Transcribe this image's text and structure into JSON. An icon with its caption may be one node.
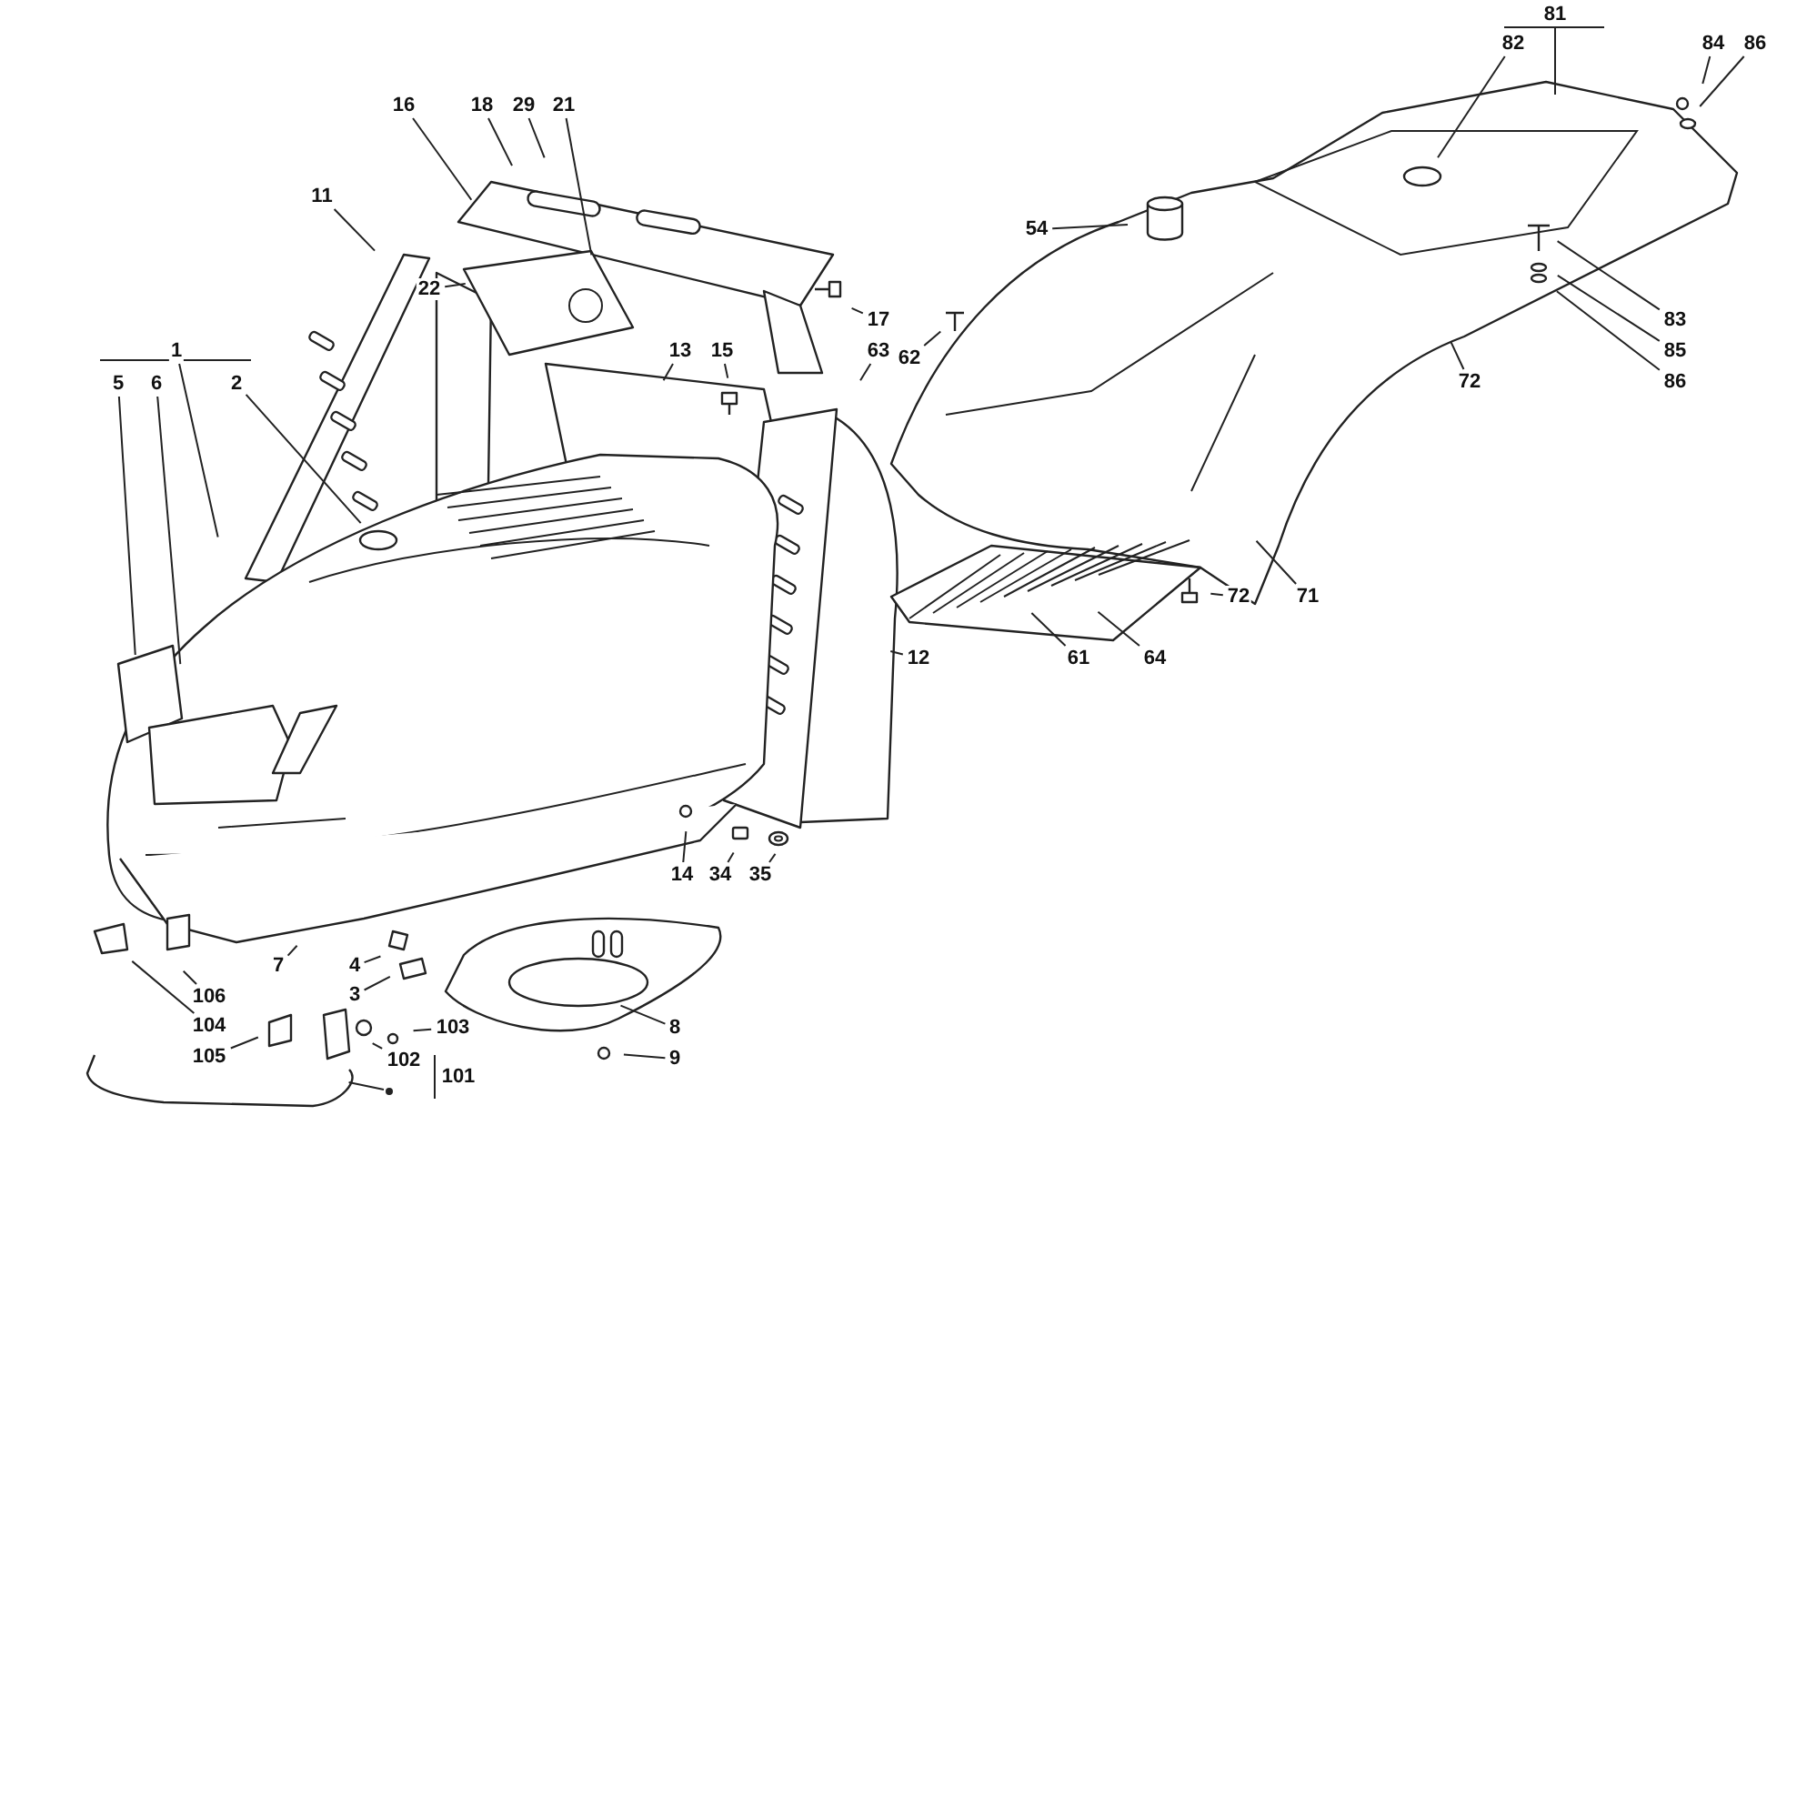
{
  "diagram": {
    "nodes": [
      {
        "text": [
          "1"
        ]
      },
      {
        "text": [
          "5"
        ]
      },
      {
        "text": [
          "6"
        ]
      },
      {
        "text": [
          "2"
        ]
      },
      {
        "text": [
          "11"
        ]
      },
      {
        "text": [
          "16"
        ]
      },
      {
        "text": [
          "18"
        ]
      },
      {
        "text": [
          "29"
        ]
      },
      {
        "text": [
          "21"
        ]
      },
      {
        "text": [
          "22"
        ]
      },
      {
        "text": [
          "13"
        ]
      },
      {
        "text": [
          "15"
        ]
      },
      {
        "text": [
          "17"
        ]
      },
      {
        "text": [
          "63"
        ]
      },
      {
        "text": [
          "62"
        ]
      },
      {
        "text": [
          "54"
        ]
      },
      {
        "text": [
          "81"
        ]
      },
      {
        "text": [
          "82"
        ]
      },
      {
        "text": [
          "84"
        ]
      },
      {
        "text": [
          "86"
        ]
      },
      {
        "text": [
          "83"
        ]
      },
      {
        "text": [
          "85"
        ]
      },
      {
        "text": [
          "86"
        ]
      },
      {
        "text": [
          "72"
        ]
      },
      {
        "text": [
          "72"
        ]
      },
      {
        "text": [
          "71"
        ]
      },
      {
        "text": [
          "61"
        ]
      },
      {
        "text": [
          "64"
        ]
      },
      {
        "text": [
          "12"
        ]
      },
      {
        "text": [
          "14"
        ]
      },
      {
        "text": [
          "34"
        ]
      },
      {
        "text": [
          "35"
        ]
      },
      {
        "text": [
          "7"
        ]
      },
      {
        "text": [
          "4"
        ]
      },
      {
        "text": [
          "3"
        ]
      },
      {
        "text": [
          "8"
        ]
      },
      {
        "text": [
          "9"
        ]
      },
      {
        "text": [
          "106"
        ]
      },
      {
        "text": [
          "104"
        ]
      },
      {
        "text": [
          "105"
        ]
      },
      {
        "text": [
          "103"
        ]
      },
      {
        "text": [
          "102"
        ]
      },
      {
        "text": [
          "101"
        ]
      },
      {
        "text": [],
        "shape": "circle"
      }
    ],
    "edges": [
      {
        "from": 0,
        "to": null,
        "arrow": "none"
      },
      {
        "from": 1,
        "to": null,
        "arrow": "none"
      },
      {
        "from": 2,
        "to": null,
        "arrow": "none"
      },
      {
        "from": 3,
        "to": null,
        "arrow": "none"
      },
      {
        "from": 4,
        "to": null,
        "arrow": "none"
      },
      {
        "from": 5,
        "to": null,
        "arrow": "none"
      },
      {
        "from": 6,
        "to": null,
        "arrow": "none"
      },
      {
        "from": 7,
        "to": null,
        "arrow": "none"
      },
      {
        "from": 8,
        "to": null,
        "arrow": "none"
      },
      {
        "from": 9,
        "to": null,
        "arrow": "none"
      },
      {
        "from": 10,
        "to": null,
        "arrow": "none"
      },
      {
        "from": 11,
        "to": null,
        "arrow": "none"
      },
      {
        "from": 12,
        "to": null,
        "arrow": "none"
      },
      {
        "from": 13,
        "to": null,
        "arrow": "none"
      },
      {
        "from": 14,
        "to": null,
        "arrow": "none"
      },
      {
        "from": 15,
        "to": null,
        "arrow": "none"
      },
      {
        "from": 16,
        "to": null,
        "arrow": "none"
      },
      {
        "from": 17,
        "to": null,
        "arrow": "none"
      },
      {
        "from": 18,
        "to": null,
        "arrow": "none"
      },
      {
        "from": 19,
        "to": null,
        "arrow": "none"
      },
      {
        "from": 20,
        "to": null,
        "arrow": "none"
      },
      {
        "from": 21,
        "to": null,
        "arrow": "none"
      },
      {
        "from": 22,
        "to": null,
        "arrow": "none"
      },
      {
        "from": 23,
        "to": null,
        "arrow": "none"
      },
      {
        "from": 24,
        "to": null,
        "arrow": "none"
      },
      {
        "from": 25,
        "to": null,
        "arrow": "none"
      },
      {
        "from": 26,
        "to": null,
        "arrow": "none"
      },
      {
        "from": 27,
        "to": null,
        "arrow": "none"
      },
      {
        "from": 28,
        "to": null,
        "arrow": "none"
      },
      {
        "from": 29,
        "to": null,
        "arrow": "none"
      },
      {
        "from": 30,
        "to": null,
        "arrow": "none"
      },
      {
        "from": 31,
        "to": null,
        "arrow": "none"
      },
      {
        "from": 32,
        "to": null,
        "arrow": "none"
      },
      {
        "from": 33,
        "to": null,
        "arrow": "none"
      },
      {
        "from": 34,
        "to": null,
        "arrow": "none"
      },
      {
        "from": 35,
        "to": null,
        "arrow": "none"
      },
      {
        "from": 36,
        "to": null,
        "arrow": "none"
      },
      {
        "from": 37,
        "to": null,
        "arrow": "none"
      },
      {
        "from": 38,
        "to": null,
        "arrow": "none"
      },
      {
        "from": 39,
        "to": null,
        "arrow": "none"
      },
      {
        "from": 40,
        "to": null,
        "arrow": "none"
      },
      {
        "from": 41,
        "to": null,
        "arrow": "none"
      },
      {
        "from": 43,
        "to": null,
        "arrow": "none"
      }
    ]
  }
}
